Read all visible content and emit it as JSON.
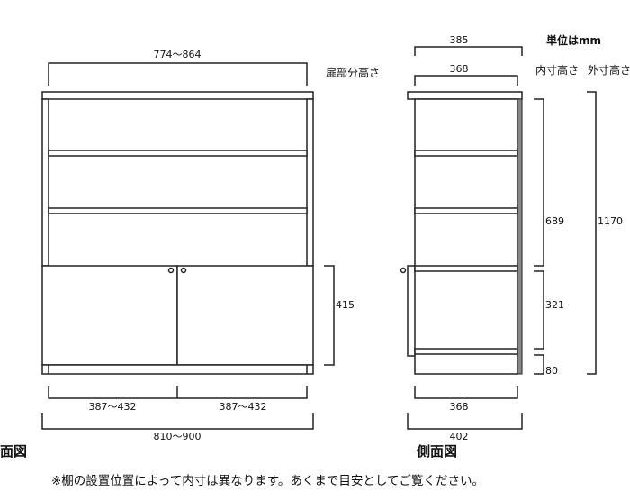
{
  "units_label": "単位はmm",
  "front_view": {
    "title": "面図",
    "door_height_label": "扉部分高さ",
    "inner_width": "774～864",
    "door_height": "415",
    "door_width_left": "387～432",
    "door_width_right": "387～432",
    "outer_width": "810～900"
  },
  "side_view": {
    "title": "側面図",
    "outer_depth_top": "385",
    "inner_depth_top": "368",
    "inner_height_header": "内寸高さ",
    "outer_height_header": "外寸高さ",
    "inner_height_upper": "689",
    "inner_height_lower": "321",
    "plinth_height": "80",
    "outer_height": "1170",
    "inner_depth_bottom": "368",
    "outer_depth_bottom": "402"
  },
  "colors": {
    "line": "#222222",
    "back_panel": "#888888"
  },
  "note": "※棚の設置位置によって内寸は異なります。あくまで目安としてご覧ください。"
}
